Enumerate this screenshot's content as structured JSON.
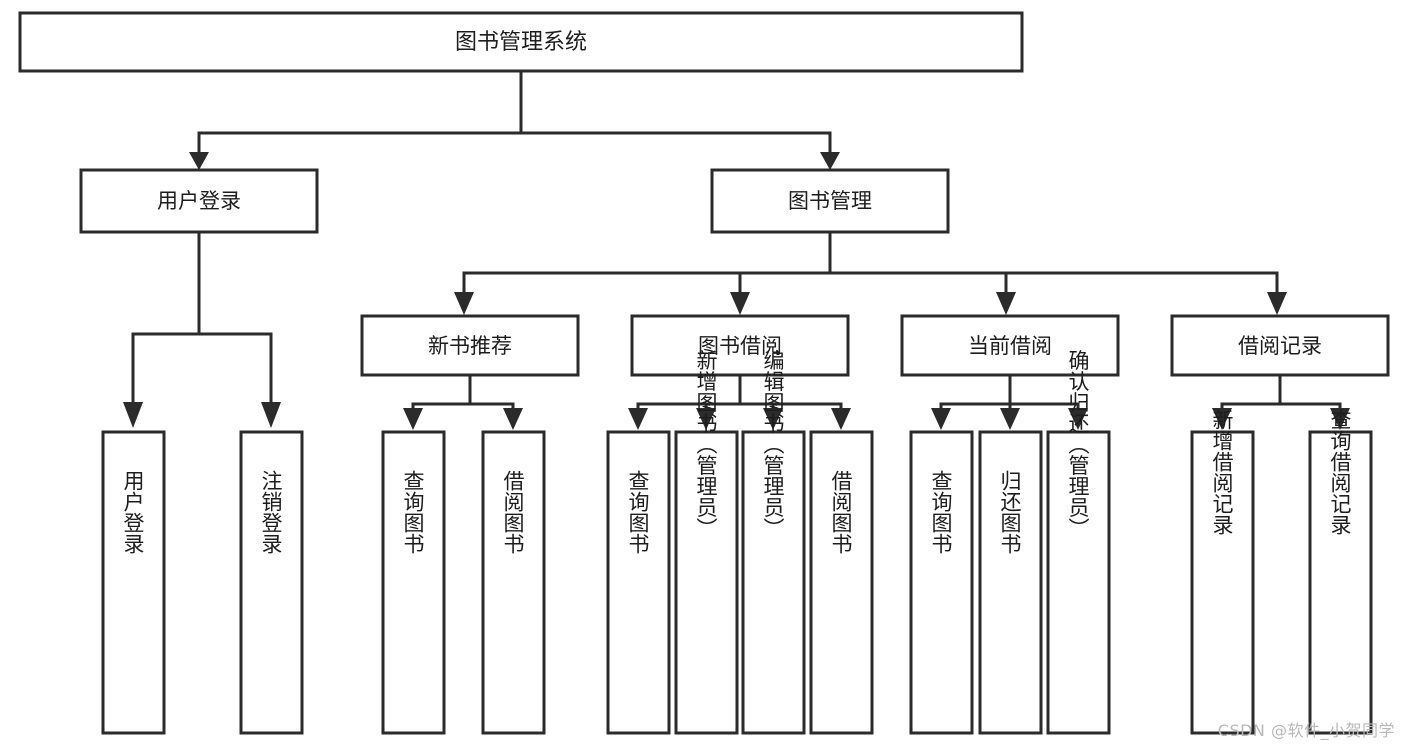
{
  "diagram": {
    "title": "图书管理系统",
    "watermark": "CSDN @软件_小贺同学",
    "root": {
      "label": "图书管理系统"
    },
    "level2": [
      {
        "label": "用户登录"
      },
      {
        "label": "图书管理"
      }
    ],
    "level3": [
      {
        "label": "新书推荐"
      },
      {
        "label": "图书借阅"
      },
      {
        "label": "当前借阅"
      },
      {
        "label": "借阅记录"
      }
    ],
    "leaves": {
      "user_login": [
        {
          "label": "用户登录"
        },
        {
          "label": "注销登录"
        }
      ],
      "new_book_recommend": [
        {
          "label": "查询图书"
        },
        {
          "label": "借阅图书"
        }
      ],
      "book_borrow": [
        {
          "label": "查询图书"
        },
        {
          "label": "新增图书（管理员）"
        },
        {
          "label": "编辑图书（管理员）"
        },
        {
          "label": "借阅图书"
        }
      ],
      "current_borrow": [
        {
          "label": "查询图书"
        },
        {
          "label": "归还图书"
        },
        {
          "label": "确认归还（管理员）"
        }
      ],
      "borrow_record": [
        {
          "label": "新增借阅记录"
        },
        {
          "label": "查询借阅记录"
        }
      ]
    },
    "colors": {
      "stroke": "#2b2b2b",
      "fill": "#ffffff",
      "text": "#1d1d1d",
      "watermark": "#b9b9b9"
    }
  }
}
